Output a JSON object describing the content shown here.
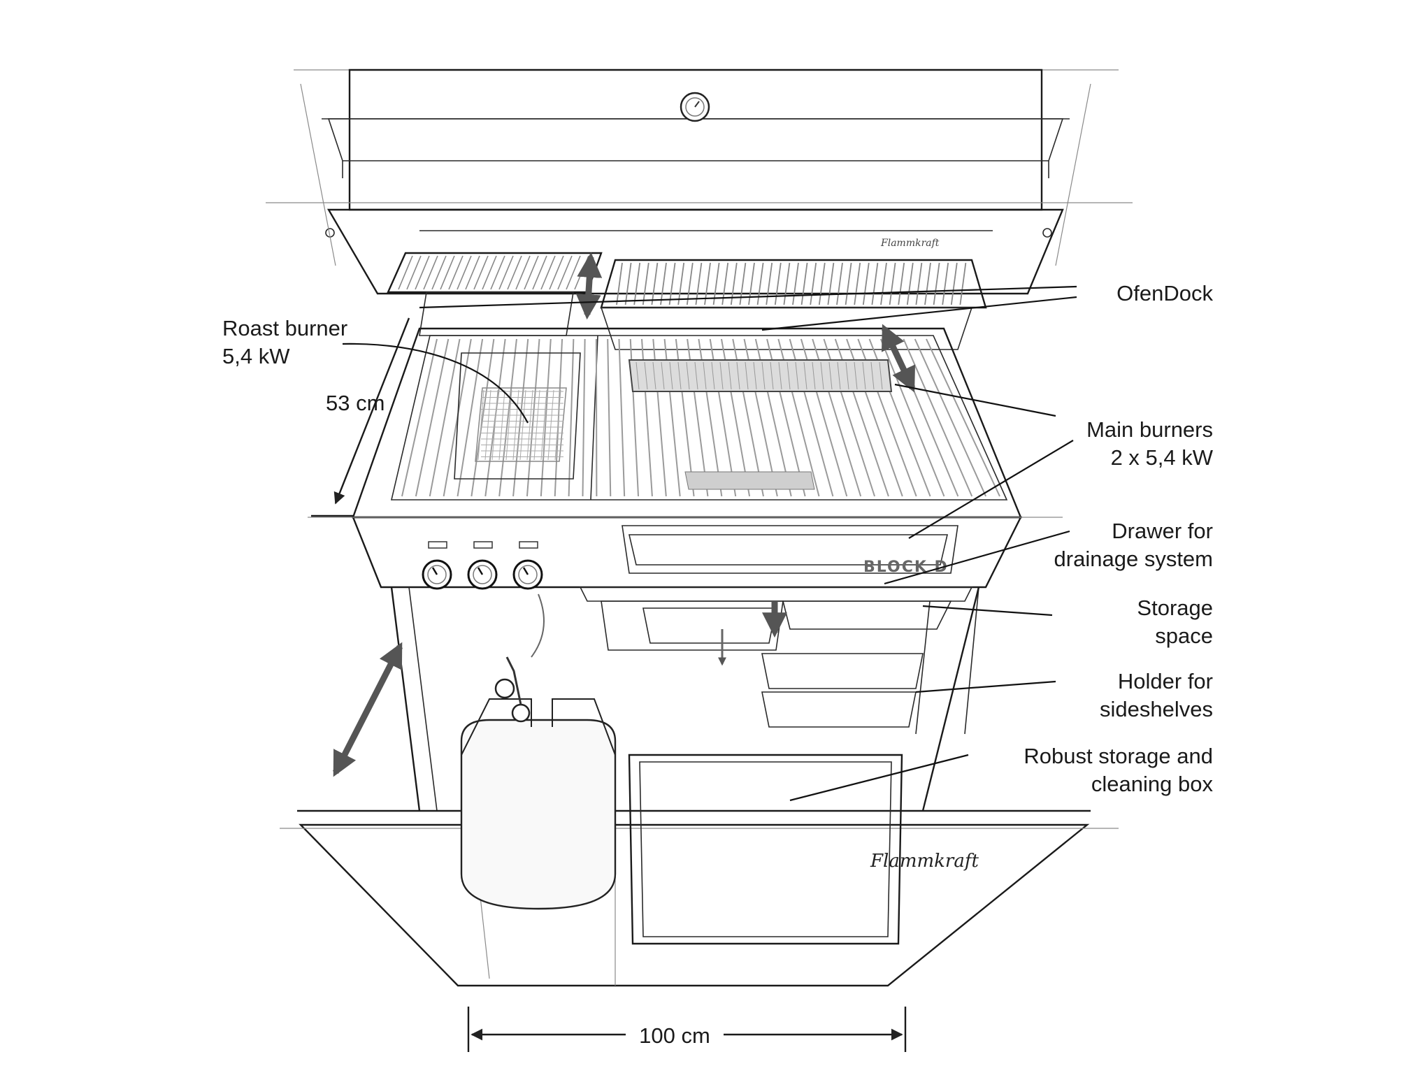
{
  "labels": {
    "ofendock": "OfenDock",
    "roast_burner_line1": "Roast burner",
    "roast_burner_line2": "5,4 kW",
    "depth": "53 cm",
    "main_burners_line1": "Main burners",
    "main_burners_line2": "2 x 5,4 kW",
    "drawer_line1": "Drawer for",
    "drawer_line2": "drainage system",
    "storage_line1": "Storage",
    "storage_line2": "space",
    "holder_line1": "Holder for",
    "holder_line2": "sideshelves",
    "box_line1": "Robust storage and",
    "box_line2": "cleaning box",
    "width": "100 cm"
  },
  "branding": {
    "panel_model": "BLOCK D",
    "logo_script": "Flammkraft"
  },
  "colors": {
    "ink": "#1a1a1a",
    "arrow": "#555555",
    "grate": "#9a9a9a"
  },
  "icons": [
    "thermometer-icon",
    "control-knob-icon",
    "gas-bottle-icon",
    "double-arrow-icon"
  ]
}
